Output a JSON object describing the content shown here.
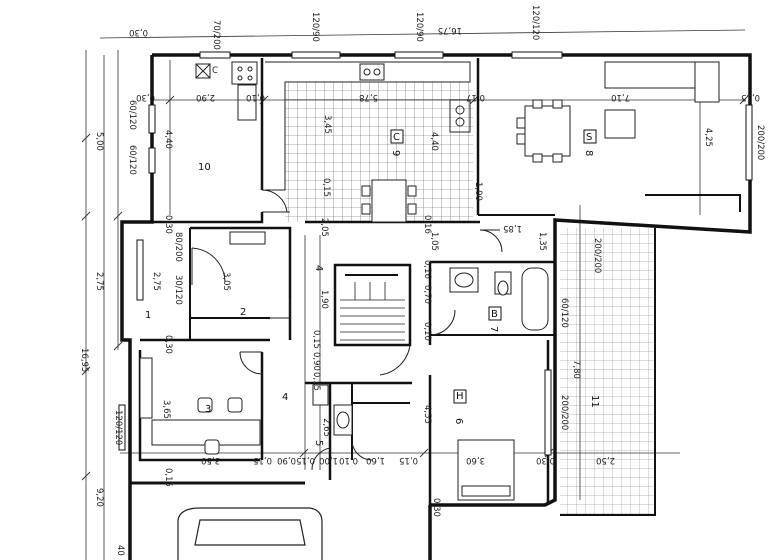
{
  "rooms": {
    "r1": "1",
    "r2": "2",
    "r3": "3",
    "r4a": "4",
    "r4b": "4",
    "r5": "5",
    "r6": "6",
    "r7": "7",
    "r8": "8",
    "r9": "9",
    "r10": "10",
    "r11": "11"
  },
  "room_tags": {
    "t6": "H",
    "t7": "B",
    "t8": "S",
    "t9": "C"
  },
  "windows": {
    "w1": "70/200",
    "w2": "120/90",
    "w3": "120/90",
    "w4": "120/120",
    "w5": "60/120",
    "w6": "60/120",
    "w7": "80/200",
    "w8": "30/120",
    "w9": "200/200",
    "w10": "200/200",
    "w11": "200/200",
    "w12": "60/120",
    "w13": "120/120",
    "w14": "C"
  },
  "dims": {
    "top_total": "16,75",
    "top_left": "0,30",
    "left_500": "5,00",
    "left_275": "2,75",
    "left_1695": "16,95",
    "left_920": "9,20",
    "d1": "0,30",
    "d2": "2,90",
    "d3": "0,10",
    "d4": "5,78",
    "d5": "0,17",
    "d6": "7,10",
    "d7": "0,15",
    "d8": "4,40",
    "d9": "3,45",
    "d10": "4,40",
    "d11": "4,25",
    "d12": "1,00",
    "d13": "0,15",
    "d14": "2,05",
    "d15": "1,85",
    "d16": "1,35",
    "d17": "0,16",
    "d18": "1,05",
    "d19": "0,30",
    "d20": "2,75",
    "d21": "3,05",
    "d22": "0,16",
    "d23": "1,90",
    "d24": "0,70",
    "d25": "0,10",
    "d26": "7,80",
    "d27": "0,15",
    "d28": "0,90",
    "d29": "0,15",
    "d30": "0,30",
    "d31": "3,65",
    "d32": "2,65",
    "d33": "4,55",
    "d34": "3,50",
    "d35": "0,15",
    "d36": "0,90",
    "d37": "0,15",
    "d38": "1,00",
    "d39": "0,10",
    "d40": "1,60",
    "d41": "0,15",
    "d42": "3,60",
    "d43": "0,30",
    "d44": "2,50",
    "d45": "0,15",
    "d46": "0,30",
    "d47": "40"
  }
}
